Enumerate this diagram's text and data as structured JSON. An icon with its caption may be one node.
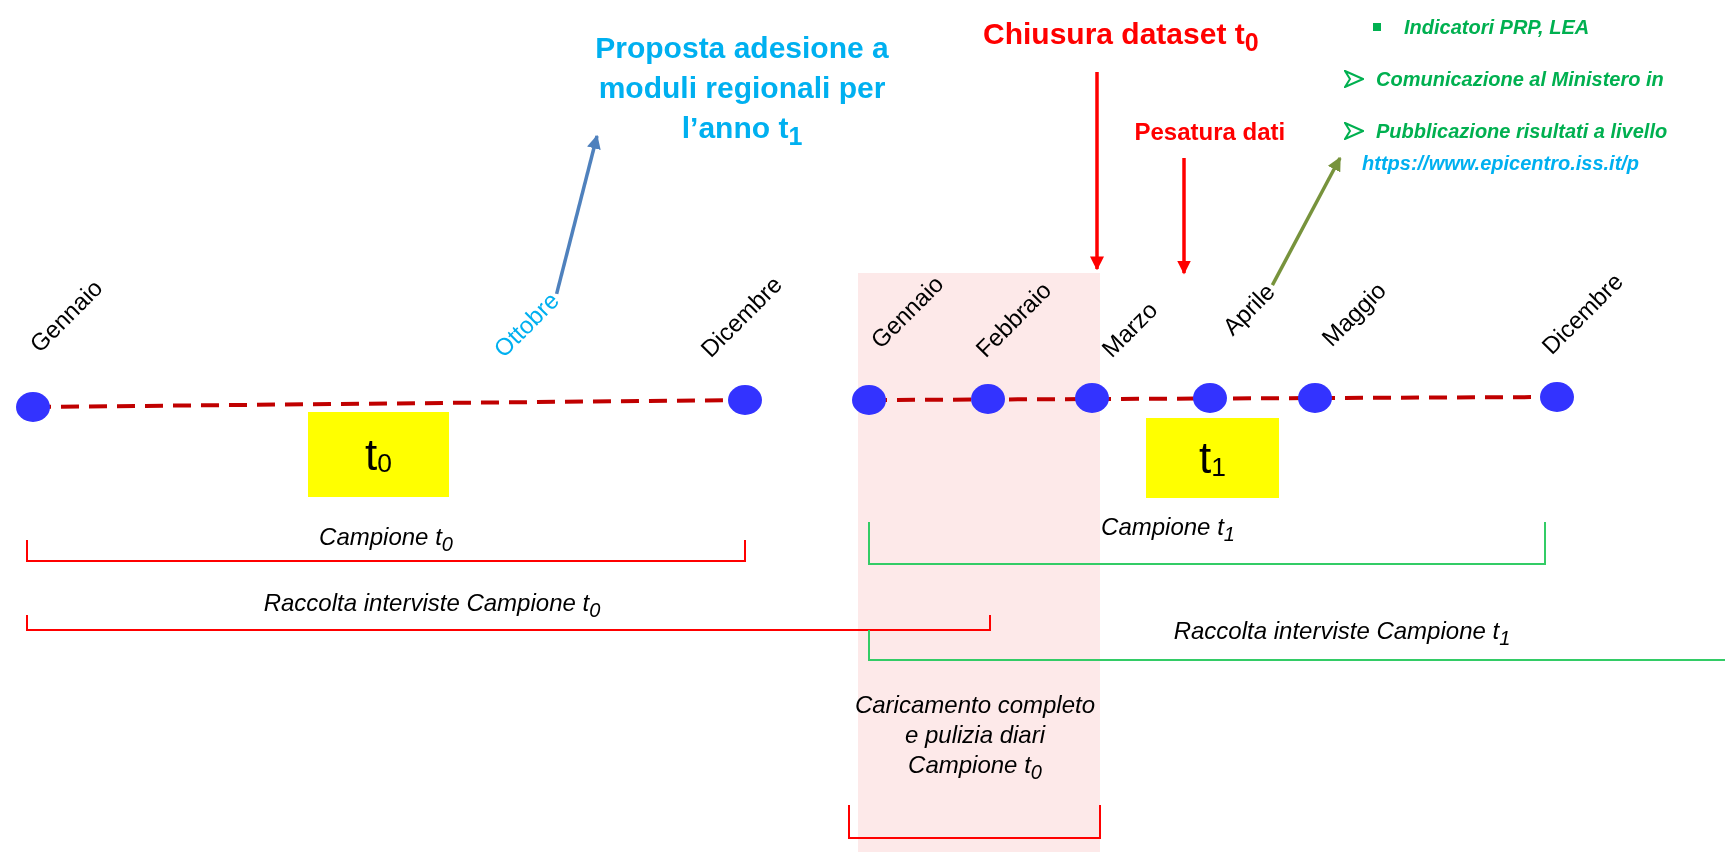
{
  "diagram": {
    "nodes": [
      {
        "text": [
          "Proposta adesione a moduli regionali per l’anno t$_{1}$"
        ]
      },
      {
        "text": [
          "Chiusura dataset t$_{0}$"
        ]
      },
      {
        "text": [
          "Pesatura dati"
        ]
      },
      {
        "text": [
          "Indicatori PRP, LEA",
          "Comunicazione al Ministero in",
          "Pubblicazione risultati a livello",
          "https://www.epicentro.iss.it/p"
        ]
      },
      {
        "text": [
          "Ottobre"
        ]
      },
      {
        "text": [
          "Aprile"
        ]
      },
      {
        "text": [
          "t$_{0}$"
        ]
      },
      {
        "text": [
          "t$_{1}$"
        ]
      },
      {
        "text": [],
        "shape": "box"
      }
    ],
    "edges": [
      {
        "from": 4,
        "to": 0,
        "arrow": "to",
        "color": "#4f81bd"
      },
      {
        "from": 1,
        "to": 8,
        "arrow": "to"
      },
      {
        "from": 2,
        "to": 5,
        "arrow": "to"
      },
      {
        "from": 5,
        "to": 3,
        "arrow": "to",
        "color": "#77933c"
      }
    ],
    "labels": [
      "Gennaio",
      "Dicembre",
      "Gennaio",
      "Febbraio",
      "Marzo",
      "Maggio",
      "Dicembre",
      "Campione t$_{0}$",
      "Campione t$_{1}$",
      "Raccolta interviste Campione t$_{0}$",
      "Raccolta interviste Campione t$_{1}$",
      "Caricamento completo e pulizia diari Campione t$_{0}$"
    ]
  }
}
